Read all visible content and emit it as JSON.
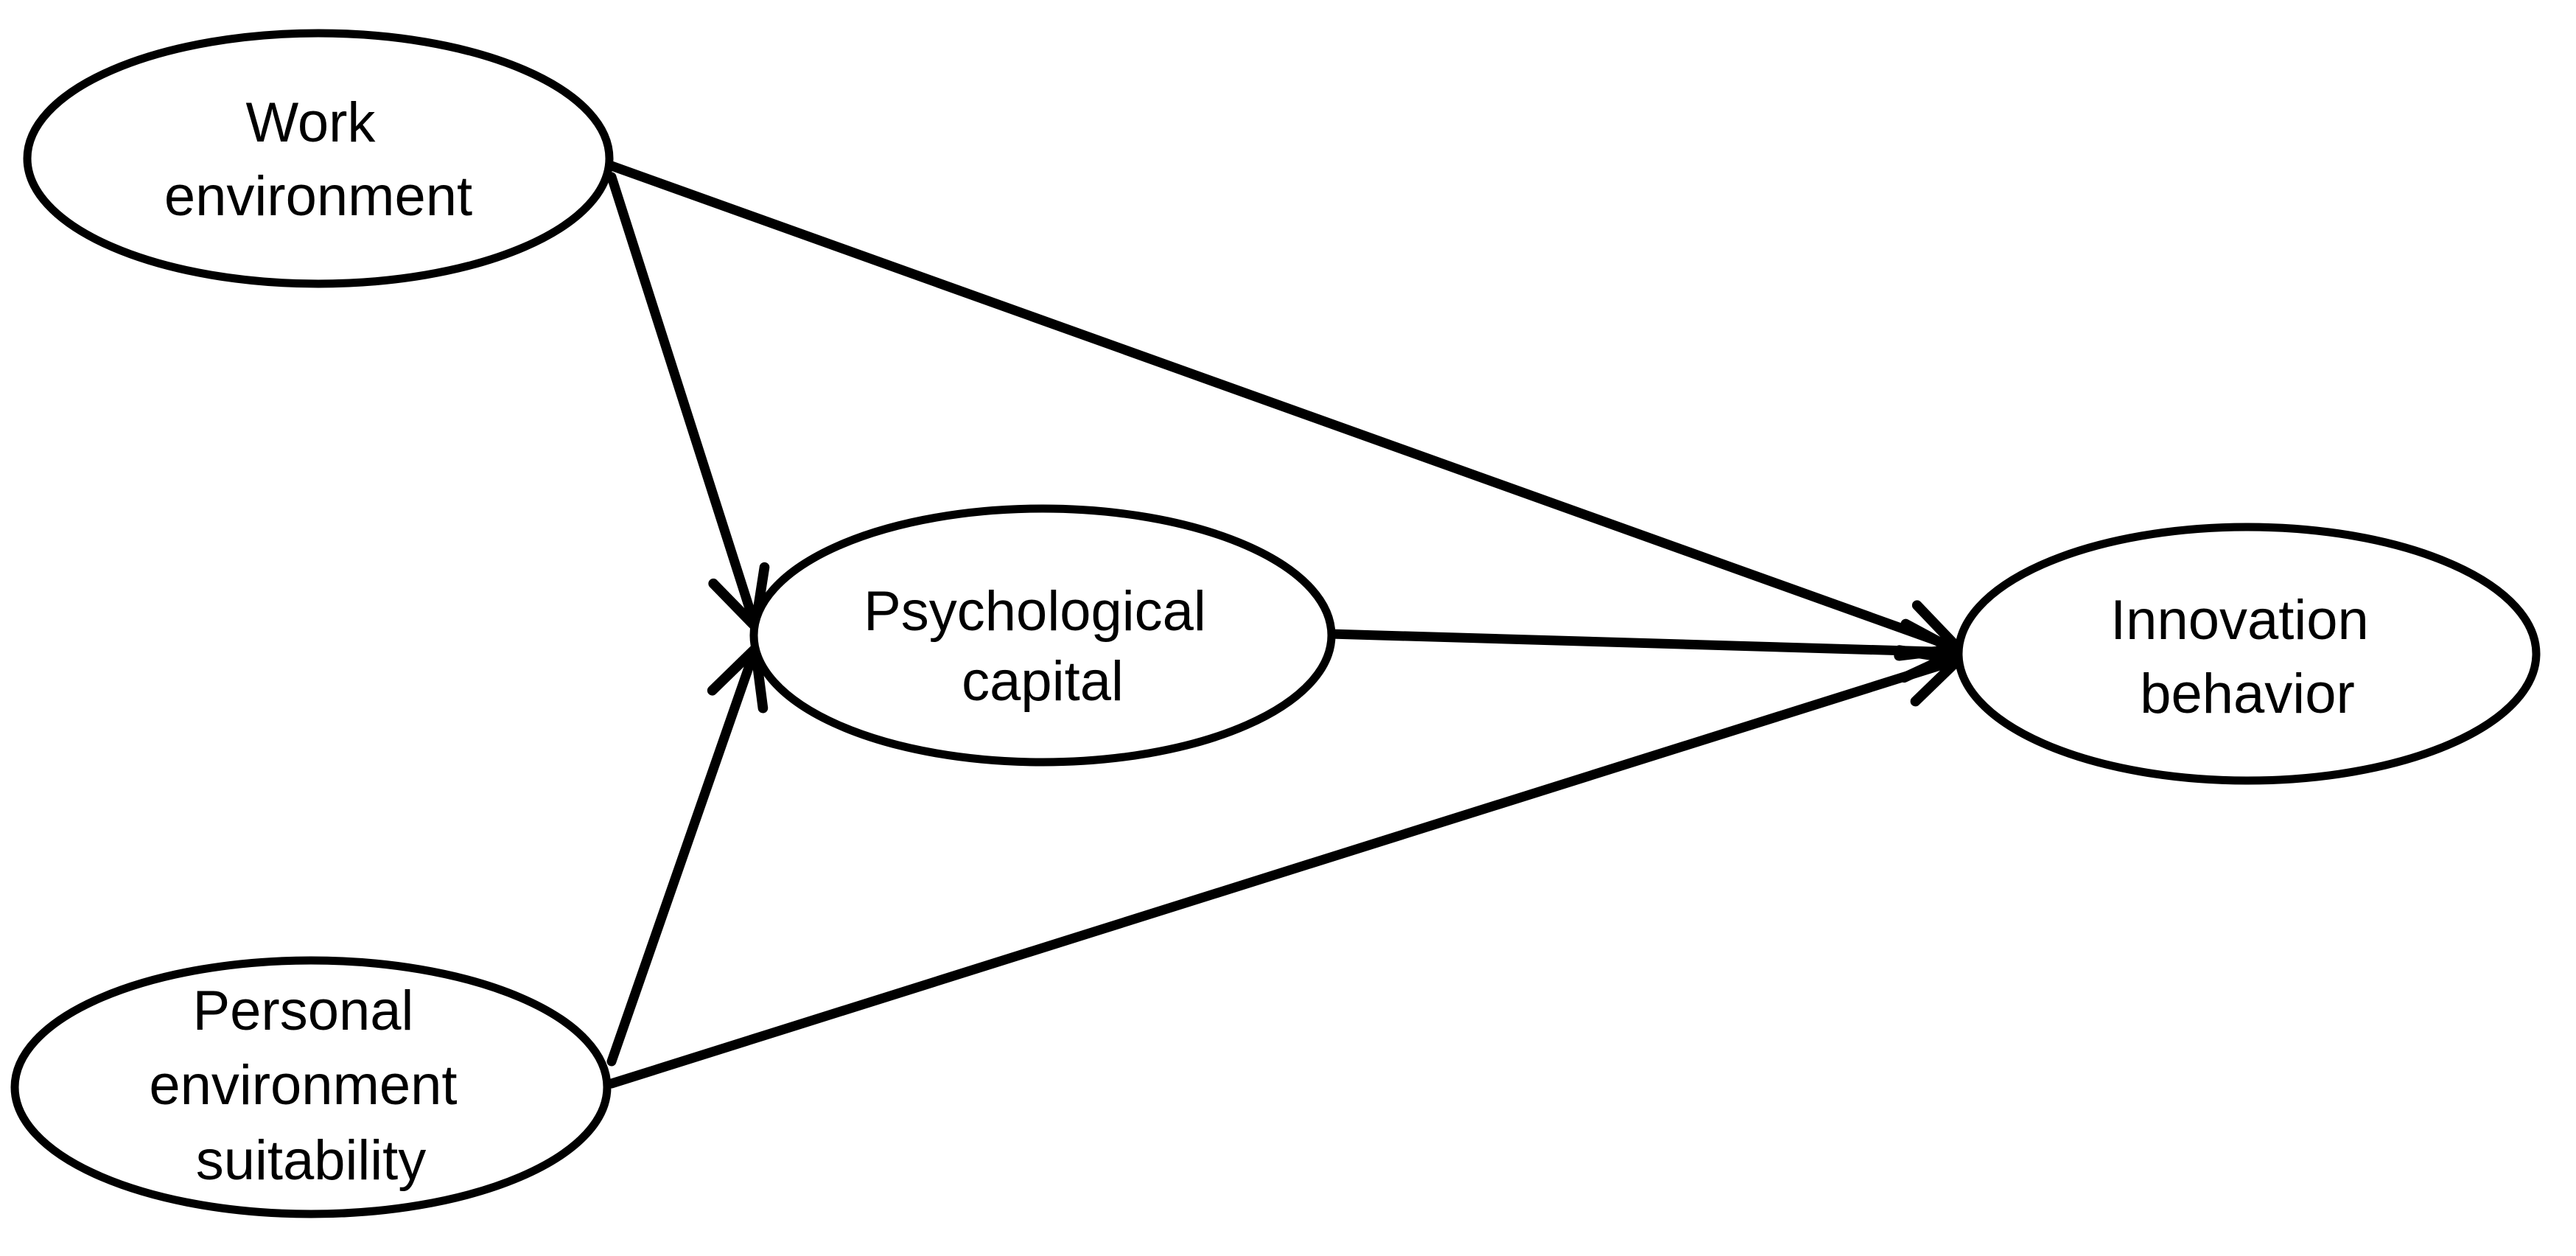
{
  "diagram": {
    "nodes": {
      "work_environment": {
        "lines": [
          "Work",
          "environment"
        ]
      },
      "personal_environment_suitability": {
        "lines": [
          "Personal",
          "environment",
          "suitability"
        ]
      },
      "psychological_capital": {
        "lines": [
          "Psychological",
          "capital"
        ]
      },
      "innovation_behavior": {
        "lines": [
          "Innovation",
          "behavior"
        ]
      }
    },
    "edges": [
      {
        "from": "work_environment",
        "to": "psychological_capital"
      },
      {
        "from": "personal_environment_suitability",
        "to": "psychological_capital"
      },
      {
        "from": "work_environment",
        "to": "innovation_behavior"
      },
      {
        "from": "psychological_capital",
        "to": "innovation_behavior"
      },
      {
        "from": "personal_environment_suitability",
        "to": "innovation_behavior"
      }
    ],
    "colors": {
      "stroke": "#000000",
      "fill": "#ffffff",
      "text": "#000000"
    }
  }
}
